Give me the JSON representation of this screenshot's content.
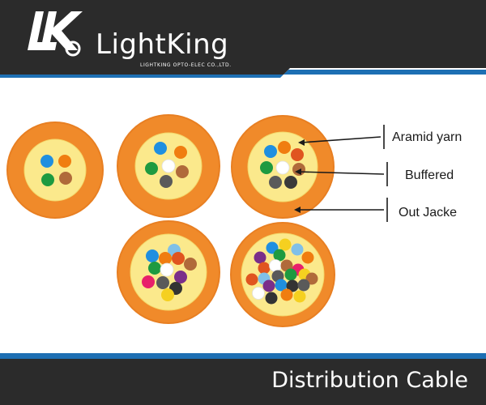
{
  "header": {
    "brand_name": "LightKing",
    "brand_tagline": "LIGHTKING OPTO-ELEC CO.,LTD.",
    "logo_icon": "lk-monogram-icon",
    "stripe_colors": {
      "dark": "#2b2b2b",
      "blue": "#1d6fb3",
      "white": "#ffffff"
    }
  },
  "diagram": {
    "labels": {
      "aramid": "Aramid yarn",
      "buffered": "Buffered",
      "jacket": "Out Jacke"
    },
    "colors": {
      "jacket": "#f08a2a",
      "jacket_edge": "#e87f22",
      "aramid": "#fbe98c",
      "leader_line": "#1a1a1a"
    },
    "cables": [
      {
        "id": "cable-4-fiber",
        "fiber_count": 4,
        "fiber_colors": [
          "#1f8fe0",
          "#f07d10",
          "#1e9a40",
          "#b06a3a"
        ]
      },
      {
        "id": "cable-6-fiber",
        "fiber_count": 6,
        "fiber_colors": [
          "#1f8fe0",
          "#f07d10",
          "#1e9a40",
          "#ffffff",
          "#b06a3a",
          "#5a5a5a"
        ]
      },
      {
        "id": "cable-8-fiber",
        "fiber_count": 8,
        "fiber_colors": [
          "#1f8fe0",
          "#f07d10",
          "#e05520",
          "#1e9a40",
          "#ffffff",
          "#b06a3a",
          "#5a5a5a",
          "#3a3a3a"
        ]
      },
      {
        "id": "cable-12-fiber",
        "fiber_count": 12,
        "fiber_colors": [
          "#80c0e8",
          "#1f8fe0",
          "#f07d10",
          "#e05520",
          "#b06a3a",
          "#1e9a40",
          "#ffffff",
          "#7a2e8a",
          "#e8206a",
          "#5a5a5a",
          "#333333",
          "#f5d020"
        ]
      },
      {
        "id": "cable-24-fiber",
        "fiber_count": 24,
        "fiber_colors": [
          "#f5d020",
          "#1f8fe0",
          "#80c0e8",
          "#7a2e8a",
          "#1e9a40",
          "#f07d10",
          "#e05520",
          "#ffffff",
          "#b06a3a",
          "#e8206a",
          "#e05520",
          "#80c0e8",
          "#5a5a5a",
          "#1e9a40",
          "#f5d020",
          "#7a2e8a",
          "#1f8fe0",
          "#333333",
          "#b06a3a",
          "#5a5a5a",
          "#ffffff",
          "#f07d10",
          "#f5d020",
          "#333333"
        ]
      }
    ]
  },
  "footer": {
    "title": "Distribution Cable"
  }
}
